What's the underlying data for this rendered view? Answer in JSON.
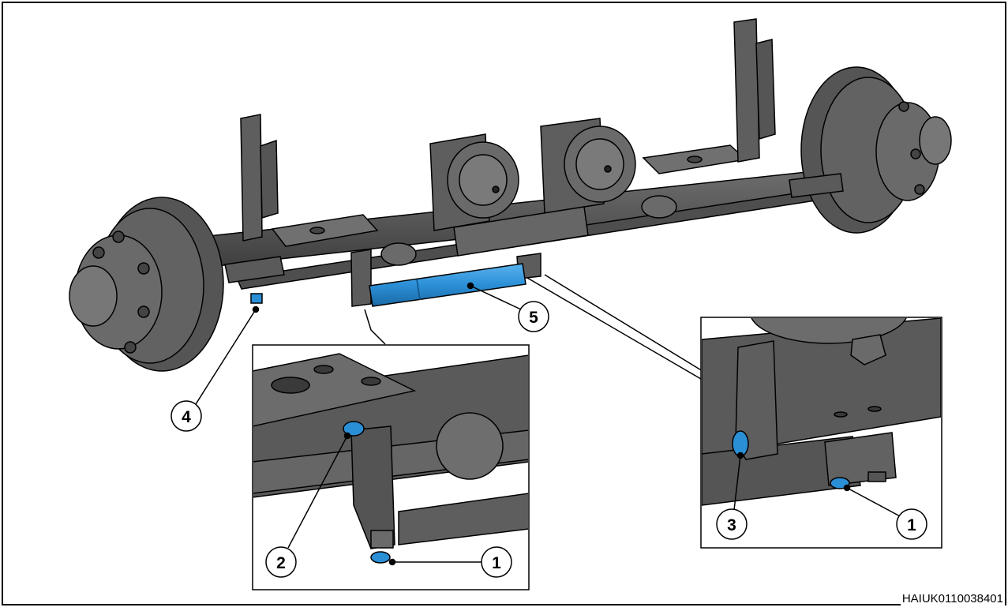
{
  "figure_code": "HAIUK0110038401",
  "callouts": {
    "main_4": "4",
    "main_5": "5",
    "inset_left_2": "2",
    "inset_left_1": "1",
    "inset_right_3": "3",
    "inset_right_1": "1"
  },
  "colors": {
    "part": "#5a5a5a",
    "part_dark": "#3e3e3e",
    "part_light": "#7a7a7a",
    "highlight": "#2b8fd6",
    "outline": "#000000"
  }
}
